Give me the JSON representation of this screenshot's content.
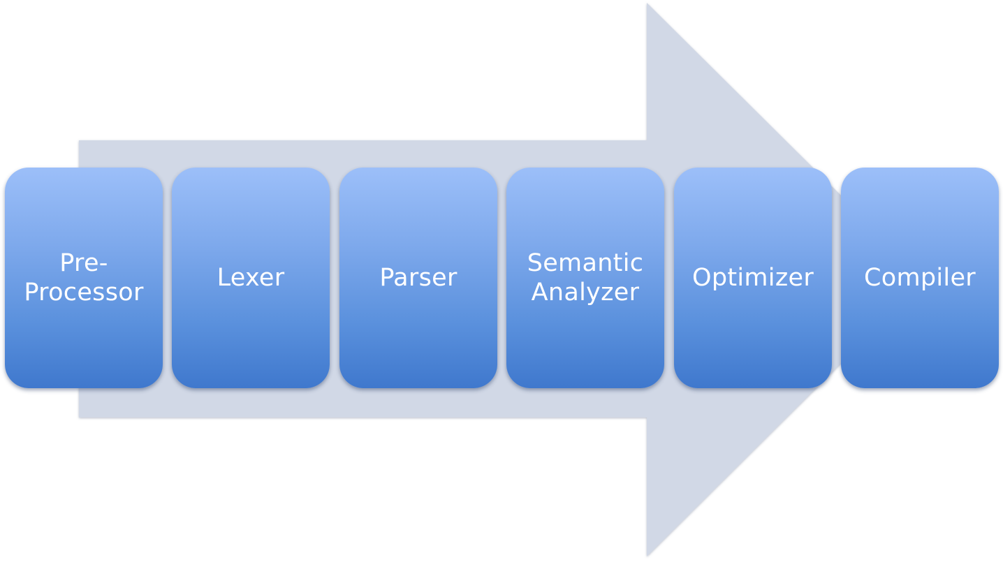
{
  "diagram": {
    "arrow_color": "#d1d8e6",
    "box_gradient": [
      "#9cbff9",
      "#3f78cd"
    ],
    "label_color": "#ffffff",
    "stages": [
      {
        "label": "Pre-\nProcessor"
      },
      {
        "label": "Lexer"
      },
      {
        "label": "Parser"
      },
      {
        "label": "Semantic\nAnalyzer"
      },
      {
        "label": "Optimizer"
      },
      {
        "label": "Compiler"
      }
    ]
  }
}
